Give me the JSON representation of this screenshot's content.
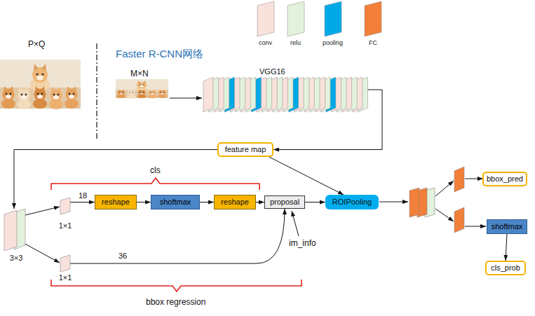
{
  "diagram": {
    "title": "Faster R-CNN网络",
    "nodes": [
      {
        "text": [
          "VGG16"
        ]
      },
      {
        "text": [
          "feature map"
        ]
      },
      {
        "text": [
          "3×3"
        ]
      },
      {
        "text": [
          "1×1"
        ]
      },
      {
        "text": [
          "reshape"
        ]
      },
      {
        "text": [
          "shoftmax"
        ]
      },
      {
        "text": [
          "reshape"
        ]
      },
      {
        "text": [
          "proposal"
        ]
      },
      {
        "text": [
          "1×1"
        ]
      },
      {
        "text": [
          "ROIPooling"
        ]
      },
      {
        "text": [
          "bbox_pred"
        ]
      },
      {
        "text": [
          "shoftmax"
        ]
      },
      {
        "text": [
          "cls_prob"
        ]
      }
    ],
    "edges": [
      {
        "from": 0,
        "to": 1,
        "arrow": "to"
      },
      {
        "from": 1,
        "to": 2,
        "arrow": "to"
      },
      {
        "from": 2,
        "to": 3,
        "arrow": "to"
      },
      {
        "from": 2,
        "to": 8,
        "arrow": "to"
      },
      {
        "from": 3,
        "to": 4,
        "label": "18",
        "arrow": "to"
      },
      {
        "from": 4,
        "to": 5,
        "arrow": "to"
      },
      {
        "from": 5,
        "to": 6,
        "arrow": "to"
      },
      {
        "from": 6,
        "to": 7,
        "arrow": "to"
      },
      {
        "from": 8,
        "to": 7,
        "label": "36",
        "arrow": "to"
      },
      {
        "from": 7,
        "to": 9,
        "arrow": "to"
      },
      {
        "from": 1,
        "to": 9,
        "arrow": "to"
      },
      {
        "from": 11,
        "to": 12,
        "arrow": "to"
      }
    ],
    "labels": [
      "P×Q",
      "M×N",
      "cls",
      "im_info",
      "bbox regression"
    ],
    "legend": [
      {
        "text": "conv",
        "color": "#f9e1dc"
      },
      {
        "text": "relu",
        "color": "#e3f2dc"
      },
      {
        "text": "pooling",
        "color": "#00a9e6"
      },
      {
        "text": "FC",
        "color": "#f27f3a"
      }
    ]
  }
}
